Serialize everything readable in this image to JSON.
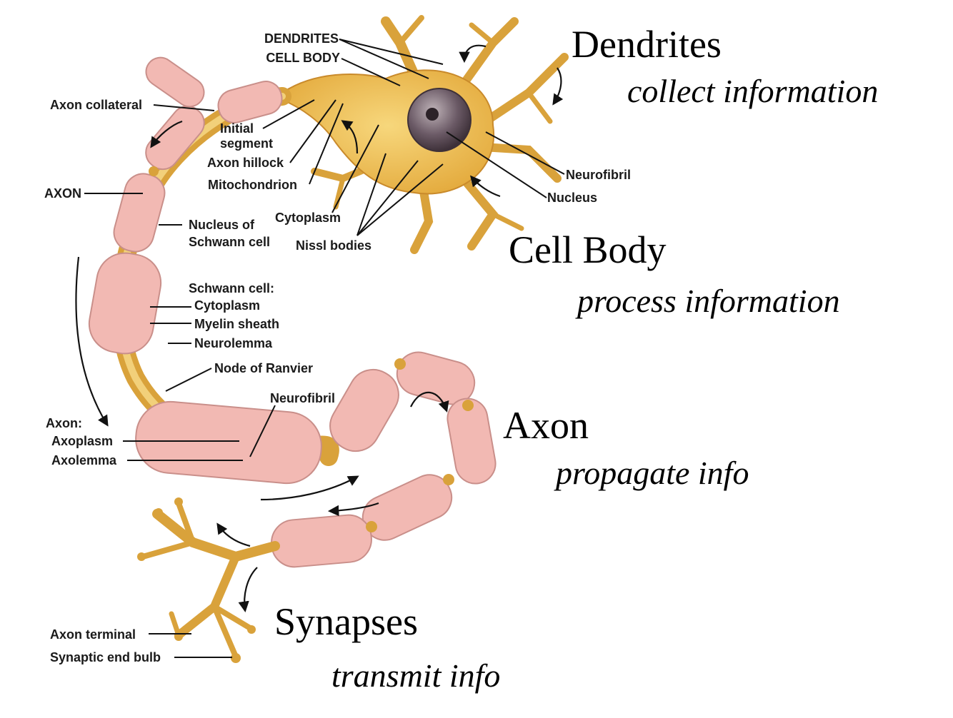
{
  "anatomy_labels": {
    "dendrites": "DENDRITES",
    "cell_body": "CELL BODY",
    "axon_collateral": "Axon collateral",
    "initial_segment_1": "Initial",
    "initial_segment_2": "segment",
    "axon_hillock": "Axon hillock",
    "mitochondrion": "Mitochondrion",
    "axon": "AXON",
    "nucleus_schwann_1": "Nucleus of",
    "nucleus_schwann_2": "Schwann cell",
    "cytoplasm_cell": "Cytoplasm",
    "nissl_bodies": "Nissl bodies",
    "neurofibril_top": "Neurofibril",
    "nucleus": "Nucleus",
    "schwann_cell": "Schwann cell:",
    "schwann_cytoplasm": "Cytoplasm",
    "myelin_sheath": "Myelin sheath",
    "neurolemma": "Neurolemma",
    "node_of_ranvier": "Node of Ranvier",
    "neurofibril_axon": "Neurofibril",
    "axon_colon": "Axon:",
    "axoplasm": "Axoplasm",
    "axolemma": "Axolemma",
    "axon_terminal": "Axon terminal",
    "synaptic_end_bulb": "Synaptic end bulb"
  },
  "functions": {
    "dendrites_title": "Dendrites",
    "dendrites_desc": "collect information",
    "cell_body_title": "Cell Body",
    "cell_body_desc": "process information",
    "axon_title": "Axon",
    "axon_desc": "propagate info",
    "synapses_title": "Synapses",
    "synapses_desc": "transmit info"
  },
  "colors": {
    "myelin": "#f2b9b3",
    "axon_gold": "#d9a23b",
    "cell_body": "#f0c45a",
    "nucleus": "#6b5a66"
  }
}
